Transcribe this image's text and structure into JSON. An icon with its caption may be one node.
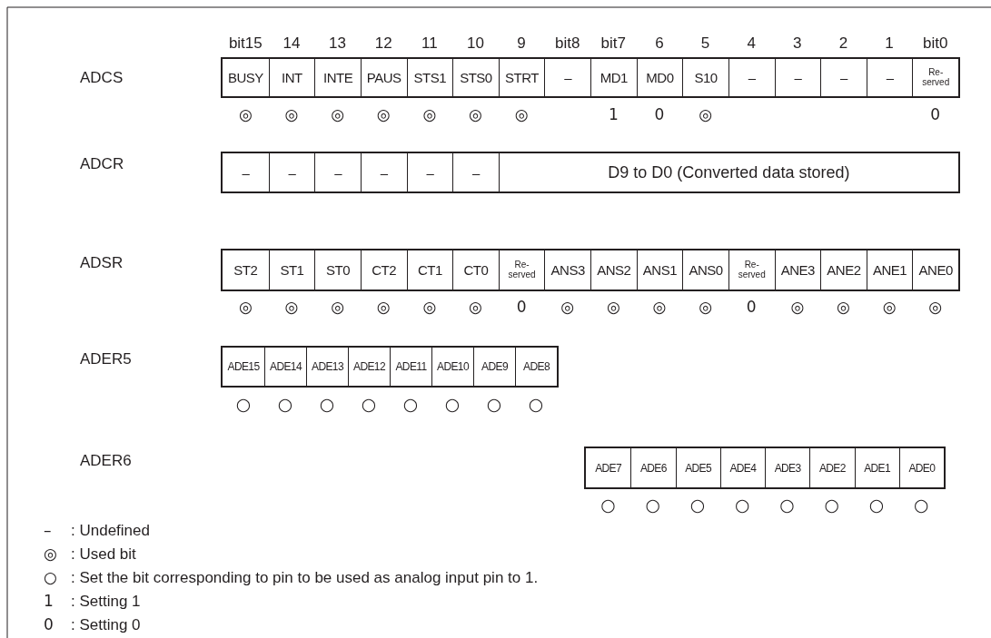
{
  "diagram": {
    "nodes": [
      {
        "text": [],
        "shape": "box"
      },
      {
        "text": [
          "BUSY"
        ],
        "in": 0
      },
      {
        "text": [
          "INT"
        ],
        "in": 0
      },
      {
        "text": [
          "INTE"
        ],
        "in": 0
      },
      {
        "text": [
          "PAUS"
        ],
        "in": 0
      },
      {
        "text": [
          "STS1"
        ],
        "in": 0
      },
      {
        "text": [
          "STS0"
        ],
        "in": 0
      },
      {
        "text": [
          "STRT"
        ],
        "in": 0
      },
      {
        "text": [
          "–"
        ],
        "in": 0
      },
      {
        "text": [
          "MD1"
        ],
        "in": 0
      },
      {
        "text": [
          "MD0"
        ],
        "in": 0
      },
      {
        "text": [
          "S10"
        ],
        "in": 0
      },
      {
        "text": [
          "–"
        ],
        "in": 0
      },
      {
        "text": [
          "–"
        ],
        "in": 0
      },
      {
        "text": [
          "–"
        ],
        "in": 0
      },
      {
        "text": [
          "–"
        ],
        "in": 0
      },
      {
        "text": [
          "Re- served"
        ],
        "in": 0
      },
      {
        "text": [],
        "shape": "box"
      },
      {
        "text": [
          "–"
        ],
        "in": 17
      },
      {
        "text": [
          "–"
        ],
        "in": 17
      },
      {
        "text": [
          "–"
        ],
        "in": 17
      },
      {
        "text": [
          "–"
        ],
        "in": 17
      },
      {
        "text": [
          "–"
        ],
        "in": 17
      },
      {
        "text": [
          "–"
        ],
        "in": 17
      },
      {
        "text": [
          "D9 to D0 (Converted data stored)"
        ],
        "in": 17
      },
      {
        "text": [],
        "shape": "box"
      },
      {
        "text": [
          "ST2"
        ],
        "in": 25
      },
      {
        "text": [
          "ST1"
        ],
        "in": 25
      },
      {
        "text": [
          "ST0"
        ],
        "in": 25
      },
      {
        "text": [
          "CT2"
        ],
        "in": 25
      },
      {
        "text": [
          "CT1"
        ],
        "in": 25
      },
      {
        "text": [
          "CT0"
        ],
        "in": 25
      },
      {
        "text": [
          "Re- served"
        ],
        "in": 25
      },
      {
        "text": [
          "ANS3"
        ],
        "in": 25
      },
      {
        "text": [
          "ANS2"
        ],
        "in": 25
      },
      {
        "text": [
          "ANS1"
        ],
        "in": 25
      },
      {
        "text": [
          "ANS0"
        ],
        "in": 25
      },
      {
        "text": [
          "Re- served"
        ],
        "in": 25
      },
      {
        "text": [
          "ANE3"
        ],
        "in": 25
      },
      {
        "text": [
          "ANE2"
        ],
        "in": 25
      },
      {
        "text": [
          "ANE1"
        ],
        "in": 25
      },
      {
        "text": [
          "ANE0"
        ],
        "in": 25
      },
      {
        "text": [],
        "shape": "box"
      },
      {
        "text": [
          "ADE15"
        ],
        "in": 42
      },
      {
        "text": [
          "ADE14"
        ],
        "in": 42
      },
      {
        "text": [
          "ADE13"
        ],
        "in": 42
      },
      {
        "text": [
          "ADE12"
        ],
        "in": 42
      },
      {
        "text": [
          "ADE11"
        ],
        "in": 42
      },
      {
        "text": [
          "ADE10"
        ],
        "in": 42
      },
      {
        "text": [
          "ADE9"
        ],
        "in": 42
      },
      {
        "text": [
          "ADE8"
        ],
        "in": 42
      },
      {
        "text": [],
        "shape": "box"
      },
      {
        "text": [
          "ADE7"
        ],
        "in": 51
      },
      {
        "text": [
          "ADE6"
        ],
        "in": 51
      },
      {
        "text": [
          "ADE5"
        ],
        "in": 51
      },
      {
        "text": [
          "ADE4"
        ],
        "in": 51
      },
      {
        "text": [
          "ADE3"
        ],
        "in": 51
      },
      {
        "text": [
          "ADE2"
        ],
        "in": 51
      },
      {
        "text": [
          "ADE1"
        ],
        "in": 51
      },
      {
        "text": [
          "ADE0"
        ],
        "in": 51
      }
    ],
    "labels": [
      "bit15",
      "14",
      "13",
      "12",
      "11",
      "10",
      "9",
      "bit8",
      "bit7",
      "6",
      "5",
      "4",
      "3",
      "2",
      "1",
      "bit0",
      "ADCS",
      "◎",
      "◎",
      "◎",
      "◎",
      "◎",
      "◎",
      "◎",
      "1",
      "0",
      "◎",
      "0",
      "ADCR",
      "ADSR",
      "◎",
      "◎",
      "◎",
      "◎",
      "◎",
      "◎",
      "0",
      "◎",
      "◎",
      "◎",
      "◎",
      "0",
      "◎",
      "◎",
      "◎",
      "◎",
      "ADER5",
      "○",
      "○",
      "○",
      "○",
      "○",
      "○",
      "○",
      "○",
      "ADER6",
      "○",
      "○",
      "○",
      "○",
      "○",
      "○",
      "○",
      "○",
      "–",
      ": Undefined",
      "◎",
      ": Used bit",
      "○",
      ": Set the bit corresponding to pin to be used as analog input pin to 1.",
      "1",
      ": Setting 1",
      "0",
      ": Setting 0"
    ]
  }
}
